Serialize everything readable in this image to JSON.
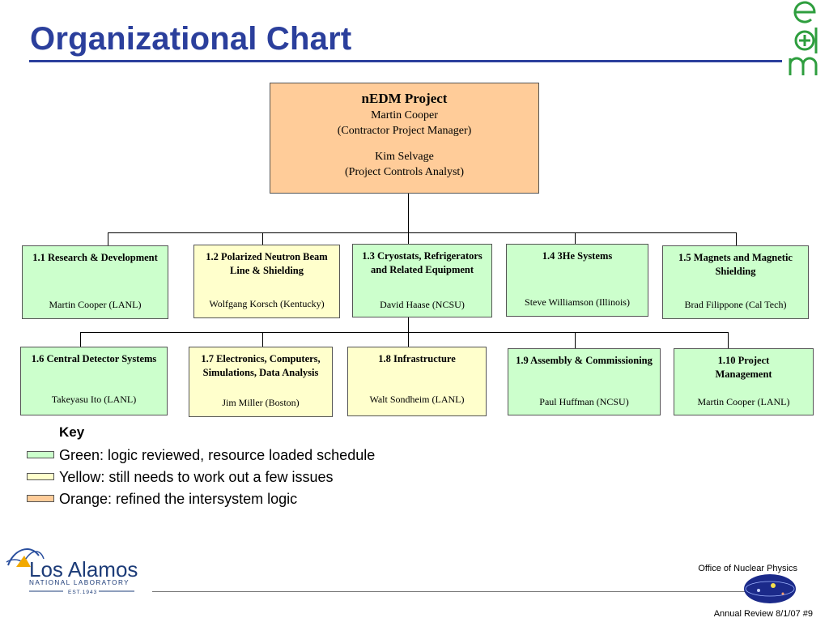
{
  "title": "Organizational Chart",
  "colors": {
    "title": "#2b3f9c",
    "green": "#ccffcc",
    "yellow": "#ffffcc",
    "orange": "#ffcc99",
    "logo": "#2e9e3e"
  },
  "logo_icon": "edm-logo-icon",
  "top_box": {
    "title": "nEDM Project",
    "manager_name": "Martin Cooper",
    "manager_role": "(Contractor Project Manager)",
    "analyst_name": "Kim Selvage",
    "analyst_role": "(Project Controls Analyst)",
    "status": "orange"
  },
  "row1": [
    {
      "heading": "1.1 Research & Development",
      "person": "Martin Cooper (LANL)",
      "status": "green"
    },
    {
      "heading": "1.2 Polarized Neutron Beam Line  & Shielding",
      "person": "Wolfgang Korsch (Kentucky)",
      "status": "yellow"
    },
    {
      "heading": "1.3 Cryostats, Refrigerators and Related Equipment",
      "person": "David Haase (NCSU)",
      "status": "green"
    },
    {
      "heading": "1.4 3He Systems",
      "person": "Steve Williamson (Illinois)",
      "status": "green"
    },
    {
      "heading": "1.5 Magnets and Magnetic Shielding",
      "person": "Brad Filippone (Cal Tech)",
      "status": "green"
    }
  ],
  "row2": [
    {
      "heading": "1.6 Central Detector Systems",
      "person": "Takeyasu Ito (LANL)",
      "status": "green"
    },
    {
      "heading": "1.7 Electronics, Computers, Simulations, Data Analysis",
      "person": "Jim Miller (Boston)",
      "status": "yellow"
    },
    {
      "heading": "1.8 Infrastructure",
      "person": "Walt Sondheim (LANL)",
      "status": "yellow"
    },
    {
      "heading": "1.9 Assembly & Commissioning",
      "person": "Paul Huffman (NCSU)",
      "status": "green"
    },
    {
      "heading": "1.10 Project Management",
      "person": "Martin Cooper (LANL)",
      "status": "green"
    }
  ],
  "key": {
    "title": "Key",
    "items": [
      {
        "label": "Green: logic reviewed, resource loaded schedule",
        "status": "green"
      },
      {
        "label": "Yellow: still needs to work out a few issues",
        "status": "yellow"
      },
      {
        "label": "Orange: refined the intersystem logic",
        "status": "orange"
      }
    ]
  },
  "footer": {
    "lab_name": "Los Alamos",
    "lab_sub": "NATIONAL LABORATORY",
    "lab_est": "EST.1943",
    "office": "Office of Nuclear Physics",
    "review": "Annual Review 8/1/07  #9"
  }
}
